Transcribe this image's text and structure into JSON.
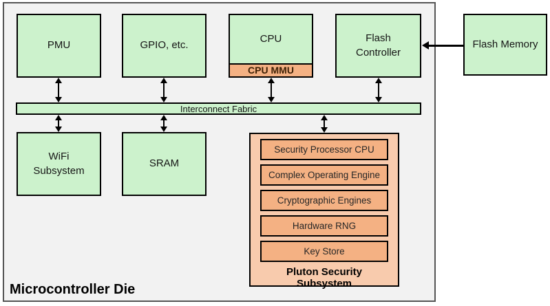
{
  "colors": {
    "block_green": "#ccf2cc",
    "pluton_outer_orange": "#f8cbad",
    "pluton_inner_orange": "#f4b183",
    "die_background": "#f2f2f2",
    "border_black": "#000000",
    "die_border_gray": "#545454"
  },
  "die": {
    "label": "Microcontroller Die",
    "fabric_label": "Interconnect Fabric",
    "blocks": {
      "pmu": "PMU",
      "gpio": "GPIO, etc.",
      "cpu": "CPU",
      "cpu_mmu": "CPU MMU",
      "flash_controller": "Flash\nController",
      "wifi": "WiFi\nSubsystem",
      "sram": "SRAM"
    }
  },
  "pluton": {
    "label": "Pluton Security Subsystem",
    "modules": [
      "Security Processor CPU",
      "Complex Operating Engine",
      "Cryptographic Engines",
      "Hardware RNG",
      "Key Store"
    ]
  },
  "external": {
    "flash_memory": "Flash Memory"
  }
}
